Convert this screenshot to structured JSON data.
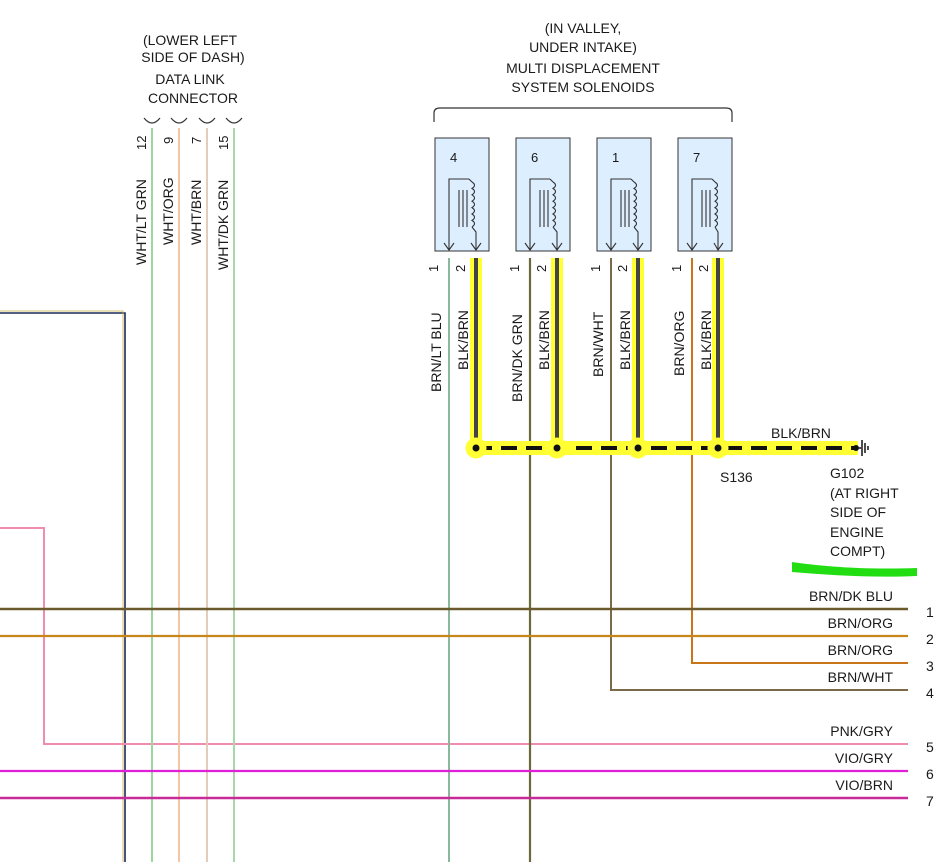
{
  "dlc": {
    "location": [
      "(LOWER LEFT",
      "SIDE OF DASH)"
    ],
    "name": [
      "DATA LINK",
      "CONNECTOR"
    ],
    "pins": [
      {
        "pin": "12",
        "wire": "WHT/LT GRN"
      },
      {
        "pin": "9",
        "wire": "WHT/ORG"
      },
      {
        "pin": "7",
        "wire": "WHT/BRN"
      },
      {
        "pin": "15",
        "wire": "WHT/DK GRN"
      }
    ]
  },
  "solenoids": {
    "title": [
      "(IN VALLEY,",
      "UNDER INTAKE)",
      "MULTI DISPLACEMENT",
      "SYSTEM SOLENOIDS"
    ],
    "units": [
      {
        "number": "4",
        "pin1": "1",
        "pin2": "2",
        "wire1": "BRN/LT BLU",
        "wire2": "BLK/BRN"
      },
      {
        "number": "6",
        "pin1": "1",
        "pin2": "2",
        "wire1": "BRN/DK GRN",
        "wire2": "BLK/BRN"
      },
      {
        "number": "1",
        "pin1": "1",
        "pin2": "2",
        "wire1": "BRN/WHT",
        "wire2": "BLK/BRN"
      },
      {
        "number": "7",
        "pin1": "1",
        "pin2": "2",
        "wire1": "BRN/ORG",
        "wire2": "BLK/BRN"
      }
    ]
  },
  "splice": {
    "name": "S136",
    "wire": "BLK/BRN"
  },
  "ground": {
    "lines": [
      "G102",
      "(AT RIGHT",
      "SIDE OF",
      "ENGINE",
      "COMPT)"
    ]
  },
  "bus": [
    {
      "wire": "BRN/DK BLU",
      "pin": "1"
    },
    {
      "wire": "BRN/ORG",
      "pin": "2"
    },
    {
      "wire": "BRN/ORG",
      "pin": "3"
    },
    {
      "wire": "BRN/WHT",
      "pin": "4"
    },
    {
      "wire": "PNK/GRY",
      "pin": "5"
    },
    {
      "wire": "VIO/GRY",
      "pin": "6"
    },
    {
      "wire": "VIO/BRN",
      "pin": "7"
    }
  ],
  "colors": {
    "highlight": "#ffff33",
    "marker": "#22dd11",
    "brown": "#7a5a2a",
    "orange": "#c8751a",
    "pink": "#f08cb0",
    "violet": "#e020d8",
    "navy": "#1c2a5c"
  }
}
